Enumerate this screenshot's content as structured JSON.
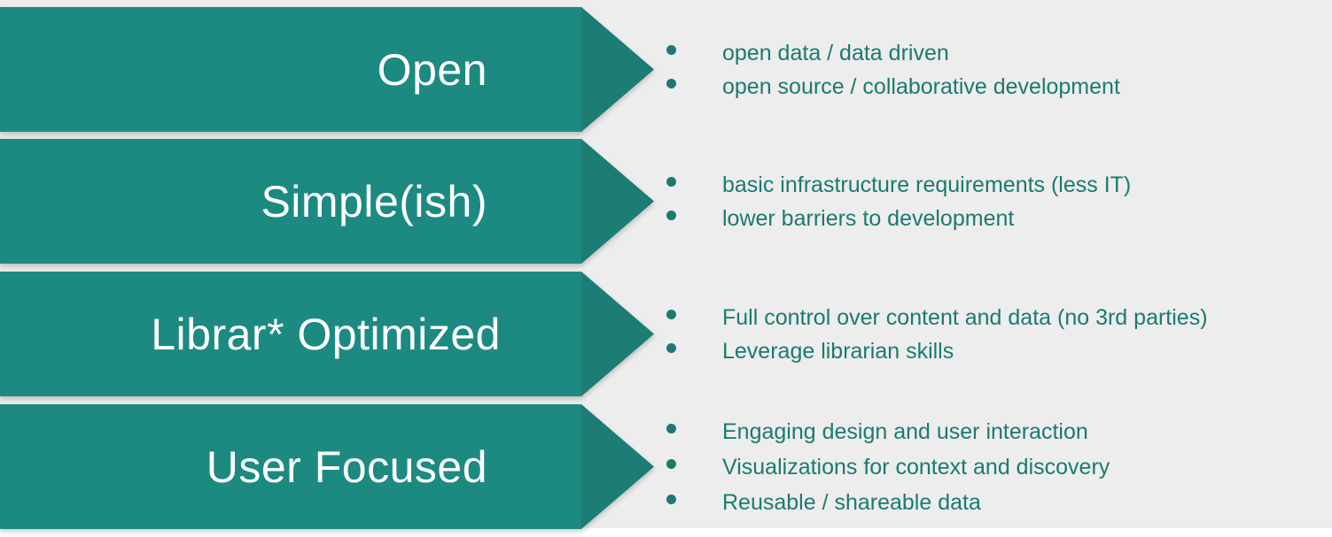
{
  "slide": {
    "title": "Open / Simple(ish) / Librar* Optimized / User Focused",
    "background_color": "#ededed",
    "arrow_body_color": "#1d8a82",
    "arrow_head_color": "#1c7d75",
    "label_color": "#ffffff",
    "bullet_color": "#1b7a70"
  },
  "rows": [
    {
      "label": "Open",
      "bullets": [
        "open data / data driven",
        "open source / collaborative development"
      ]
    },
    {
      "label": "Simple(ish)",
      "bullets": [
        "basic infrastructure requirements (less IT)",
        "lower barriers to development"
      ]
    },
    {
      "label": "Librar* Optimized",
      "bullets": [
        "Full control over content and data (no 3rd parties)",
        "Leverage librarian skills"
      ]
    },
    {
      "label": "User Focused",
      "bullets": [
        "Engaging design and user interaction",
        "Visualizations for context and discovery",
        "Reusable / shareable data"
      ]
    }
  ]
}
